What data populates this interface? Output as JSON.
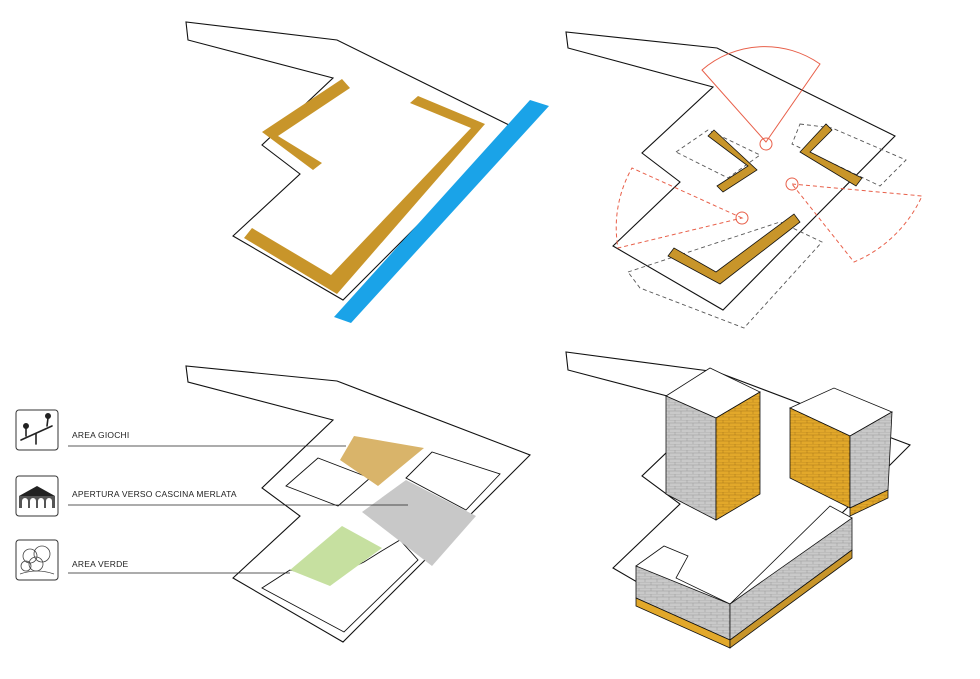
{
  "legend": {
    "items": [
      {
        "label": "AREA GIOCHI",
        "icon": "seesaw-playground-icon",
        "area_color": "#d9b46a"
      },
      {
        "label": "APERTURA VERSO CASCINA MERLATA",
        "icon": "cascina-arcade-icon",
        "area_color": "#c8c8c8"
      },
      {
        "label": "AREA VERDE",
        "icon": "tree-canopy-icon",
        "area_color": "#c6e0a0"
      }
    ]
  },
  "colors": {
    "building_edge": "#c8952a",
    "canal": "#1aa3e8",
    "view_cone": "#e8604a",
    "facade_grey": "#c9c9c9",
    "facade_gold": "#e2a82a",
    "lot_outline": "#111111"
  }
}
